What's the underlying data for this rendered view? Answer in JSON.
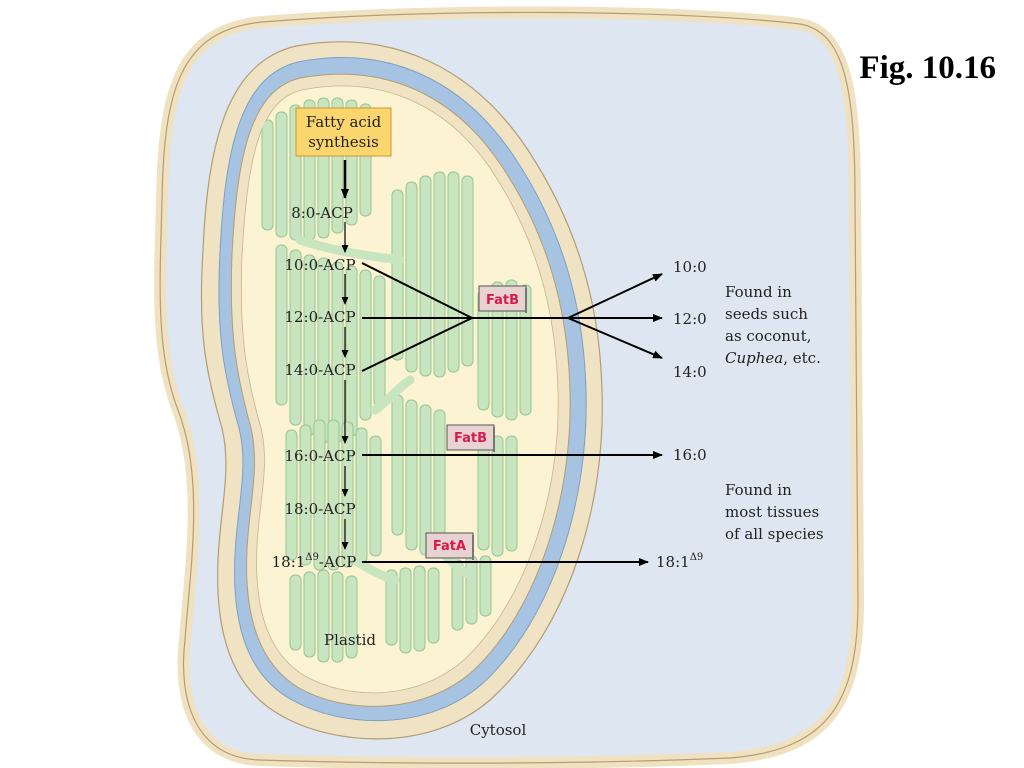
{
  "figure": {
    "number": "Fig. 10.16"
  },
  "diagram": {
    "compartments": {
      "cytosol": "Cytosol",
      "plastid": "Plastid"
    },
    "start_box": {
      "line1": "Fatty acid",
      "line2": "synthesis"
    },
    "acp_chain": [
      {
        "id": "c8",
        "label": "8:0-ACP"
      },
      {
        "id": "c10",
        "label": "10:0-ACP"
      },
      {
        "id": "c12",
        "label": "12:0-ACP"
      },
      {
        "id": "c14",
        "label": "14:0-ACP"
      },
      {
        "id": "c16",
        "label": "16:0-ACP"
      },
      {
        "id": "c18",
        "label": "18:0-ACP"
      },
      {
        "id": "c181",
        "label_base": "18:1",
        "label_sup": "Δ9",
        "label_tail": "-ACP"
      }
    ],
    "enzymes": [
      {
        "id": "fatb1",
        "label": "FatB"
      },
      {
        "id": "fatb2",
        "label": "FatB"
      },
      {
        "id": "fata",
        "label": "FatA"
      }
    ],
    "products": [
      {
        "id": "p10",
        "label": "10:0"
      },
      {
        "id": "p12",
        "label": "12:0"
      },
      {
        "id": "p14",
        "label": "14:0"
      },
      {
        "id": "p16",
        "label": "16:0"
      },
      {
        "id": "p181",
        "label_base": "18:1",
        "label_sup": "Δ9"
      }
    ],
    "notes": {
      "seeds": {
        "line1": "Found in",
        "line2": "seeds such",
        "line3": "as coconut,",
        "line4_italic": "Cuphea",
        "line4_rest": ", etc."
      },
      "tissues": {
        "line1": "Found in",
        "line2": "most tissues",
        "line3": "of all species"
      }
    },
    "colors": {
      "cytosol_fill": "#dde6f1",
      "cell_wall": "#f0e1c0",
      "membrane_blue": "#a6c4e2",
      "stroma": "#fcf3d2",
      "thylakoid": "#c9e5c0",
      "thylakoid_edge": "#95c692",
      "start_box": "#fbd66f",
      "enzyme_box": "#e9d2d2",
      "enzyme_text": "#d81b4a"
    }
  }
}
